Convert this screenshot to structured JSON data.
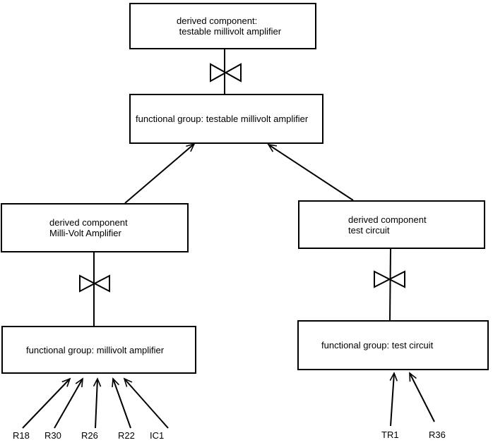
{
  "colors": {
    "line": "#000000",
    "background": "#ffffff",
    "text": "#000000"
  },
  "icons": {
    "bowtie": "decomposition bowtie symbol (two facing open triangles)",
    "arrowhead": "open V arrowhead"
  },
  "nodes": {
    "top_derived": {
      "line1": "derived component:",
      "line2": " testable millivolt amplifier"
    },
    "fg_testable": {
      "label": "functional group: testable millivolt amplifier"
    },
    "dc_mva": {
      "line1": "derived component",
      "line2": "Milli-Volt Amplifier"
    },
    "fg_mva": {
      "label": "functional group: millivolt amplifier"
    },
    "dc_test": {
      "line1": "derived component",
      "line2": "test circuit"
    },
    "fg_test": {
      "label": "functional group: test circuit"
    }
  },
  "leaf_labels": {
    "r18": "R18",
    "r30": "R30",
    "r26": "R26",
    "r22": "R22",
    "ic1": "IC1",
    "tr1": "TR1",
    "r36": "R36"
  },
  "edges": [
    {
      "from": "derived-testable-millivolt-amplifier",
      "to": "functional-group-testable-millivolt-amplifier",
      "connector": "bowtie-line"
    },
    {
      "from": "derived-milli-volt-amplifier",
      "to": "functional-group-testable-millivolt-amplifier",
      "connector": "arrow"
    },
    {
      "from": "derived-test-circuit",
      "to": "functional-group-testable-millivolt-amplifier",
      "connector": "arrow"
    },
    {
      "from": "derived-milli-volt-amplifier",
      "to": "functional-group-millivolt-amplifier",
      "connector": "bowtie-line"
    },
    {
      "from": "derived-test-circuit",
      "to": "functional-group-test-circuit",
      "connector": "bowtie-line"
    },
    {
      "from": "R18",
      "to": "functional-group-millivolt-amplifier",
      "connector": "arrow"
    },
    {
      "from": "R30",
      "to": "functional-group-millivolt-amplifier",
      "connector": "arrow"
    },
    {
      "from": "R26",
      "to": "functional-group-millivolt-amplifier",
      "connector": "arrow"
    },
    {
      "from": "R22",
      "to": "functional-group-millivolt-amplifier",
      "connector": "arrow"
    },
    {
      "from": "IC1",
      "to": "functional-group-millivolt-amplifier",
      "connector": "arrow"
    },
    {
      "from": "TR1",
      "to": "functional-group-test-circuit",
      "connector": "arrow"
    },
    {
      "from": "R36",
      "to": "functional-group-test-circuit",
      "connector": "arrow"
    }
  ]
}
